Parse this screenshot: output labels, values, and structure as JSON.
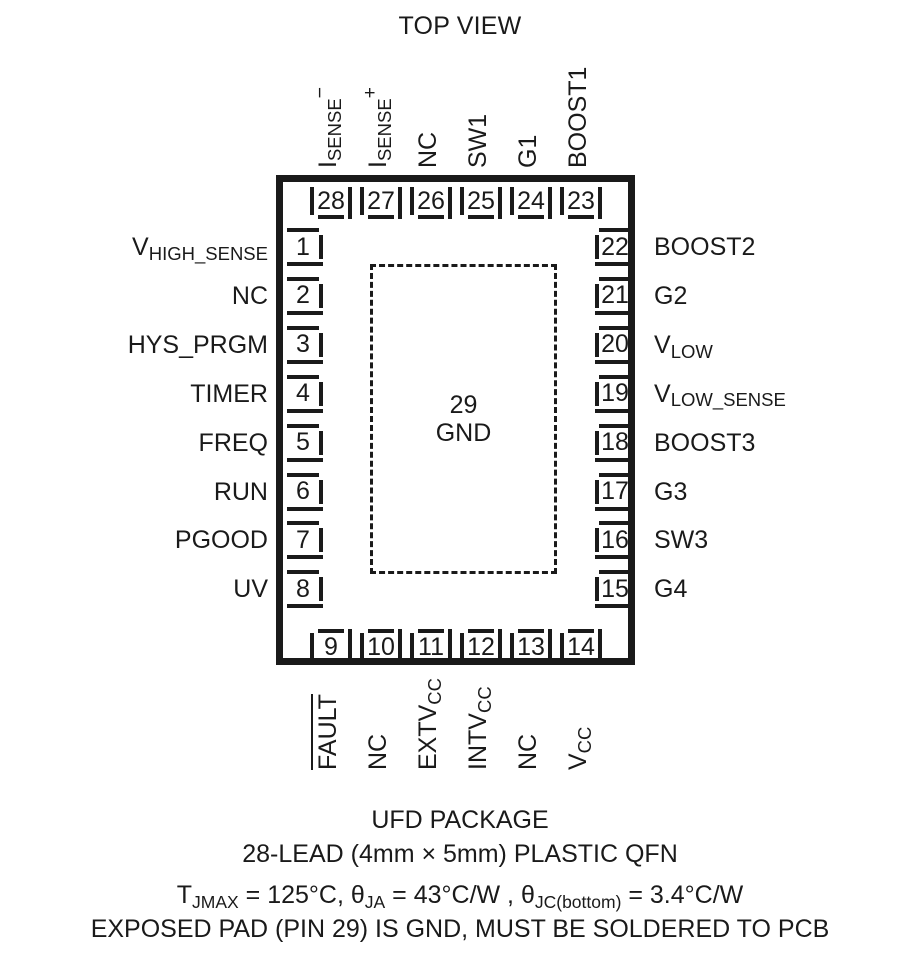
{
  "diagram": {
    "view_title": "TOP VIEW",
    "package_name": "UFD PACKAGE",
    "lead_description": "28-LEAD (4mm × 5mm) PLASTIC QFN",
    "exposed_pad_note": "EXPOSED PAD (PIN 29) IS GND, MUST BE SOLDERED TO PCB",
    "body_color": "#1a1a1a",
    "background_color": "#ffffff"
  },
  "thermal": {
    "tjmax_symbol": "T",
    "tjmax_subscript": "JMAX",
    "tjmax_value": " = 125°C, ",
    "theta_ja_symbol": "θ",
    "theta_ja_subscript": "JA",
    "theta_ja_value": " = 43°C/W , ",
    "theta_jc_symbol": "θ",
    "theta_jc_subscript": "JC(bottom)",
    "theta_jc_value": " = 3.4°C/W"
  },
  "exposed_pad": {
    "pin_number": "29",
    "pin_name": "GND"
  },
  "pins": {
    "left": [
      {
        "num": "1",
        "name": "V",
        "sub": "HIGH_SENSE",
        "sup": "",
        "overline": false
      },
      {
        "num": "2",
        "name": "NC",
        "sub": "",
        "sup": "",
        "overline": false
      },
      {
        "num": "3",
        "name": "HYS_PRGM",
        "sub": "",
        "sup": "",
        "overline": false
      },
      {
        "num": "4",
        "name": "TIMER",
        "sub": "",
        "sup": "",
        "overline": false
      },
      {
        "num": "5",
        "name": "FREQ",
        "sub": "",
        "sup": "",
        "overline": false
      },
      {
        "num": "6",
        "name": "RUN",
        "sub": "",
        "sup": "",
        "overline": false
      },
      {
        "num": "7",
        "name": "PGOOD",
        "sub": "",
        "sup": "",
        "overline": false
      },
      {
        "num": "8",
        "name": "UV",
        "sub": "",
        "sup": "",
        "overline": false
      }
    ],
    "bottom": [
      {
        "num": "9",
        "name": "FAULT",
        "sub": "",
        "sup": "",
        "overline": true
      },
      {
        "num": "10",
        "name": "NC",
        "sub": "",
        "sup": "",
        "overline": false
      },
      {
        "num": "11",
        "name": "EXTV",
        "sub": "CC",
        "sup": "",
        "overline": false
      },
      {
        "num": "12",
        "name": "INTV",
        "sub": "CC",
        "sup": "",
        "overline": false
      },
      {
        "num": "13",
        "name": "NC",
        "sub": "",
        "sup": "",
        "overline": false
      },
      {
        "num": "14",
        "name": "V",
        "sub": "CC",
        "sup": "",
        "overline": false
      }
    ],
    "right": [
      {
        "num": "22",
        "name": "BOOST2",
        "sub": "",
        "sup": "",
        "overline": false
      },
      {
        "num": "21",
        "name": "G2",
        "sub": "",
        "sup": "",
        "overline": false
      },
      {
        "num": "20",
        "name": "V",
        "sub": "LOW",
        "sup": "",
        "overline": false
      },
      {
        "num": "19",
        "name": "V",
        "sub": "LOW_SENSE",
        "sup": "",
        "overline": false
      },
      {
        "num": "18",
        "name": "BOOST3",
        "sub": "",
        "sup": "",
        "overline": false
      },
      {
        "num": "17",
        "name": "G3",
        "sub": "",
        "sup": "",
        "overline": false
      },
      {
        "num": "16",
        "name": "SW3",
        "sub": "",
        "sup": "",
        "overline": false
      },
      {
        "num": "15",
        "name": "G4",
        "sub": "",
        "sup": "",
        "overline": false
      }
    ],
    "top": [
      {
        "num": "28",
        "name": "I",
        "sub": "SENSE",
        "sup": "−",
        "overline": false
      },
      {
        "num": "27",
        "name": "I",
        "sub": "SENSE",
        "sup": "+",
        "overline": false
      },
      {
        "num": "26",
        "name": "NC",
        "sub": "",
        "sup": "",
        "overline": false
      },
      {
        "num": "25",
        "name": "SW1",
        "sub": "",
        "sup": "",
        "overline": false
      },
      {
        "num": "24",
        "name": "G1",
        "sub": "",
        "sup": "",
        "overline": false
      },
      {
        "num": "23",
        "name": "BOOST1",
        "sub": "",
        "sup": "",
        "overline": false
      }
    ]
  }
}
